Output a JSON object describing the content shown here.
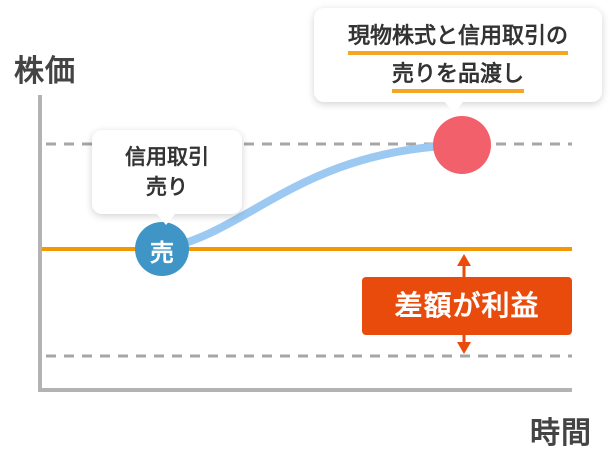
{
  "axes": {
    "y_label": "株価",
    "x_label": "時間"
  },
  "markers": {
    "sell_marker_text": "売"
  },
  "callouts": {
    "short_sale": {
      "line1": "信用取引",
      "line2": "売り"
    },
    "delivery": {
      "line1": "現物株式と信用取引の",
      "line2": "売りを品渡し"
    }
  },
  "profit_label": "差額が利益",
  "colors": {
    "axis": "#B3B3B3",
    "dashed_line": "#A6A6A6",
    "baseline": "#F39800",
    "price_curve": "#9CC9F2",
    "sell_marker": "#3E95C6",
    "end_marker": "#F2606B",
    "profit_box": "#E84B0C",
    "underline": "#F5A623"
  }
}
